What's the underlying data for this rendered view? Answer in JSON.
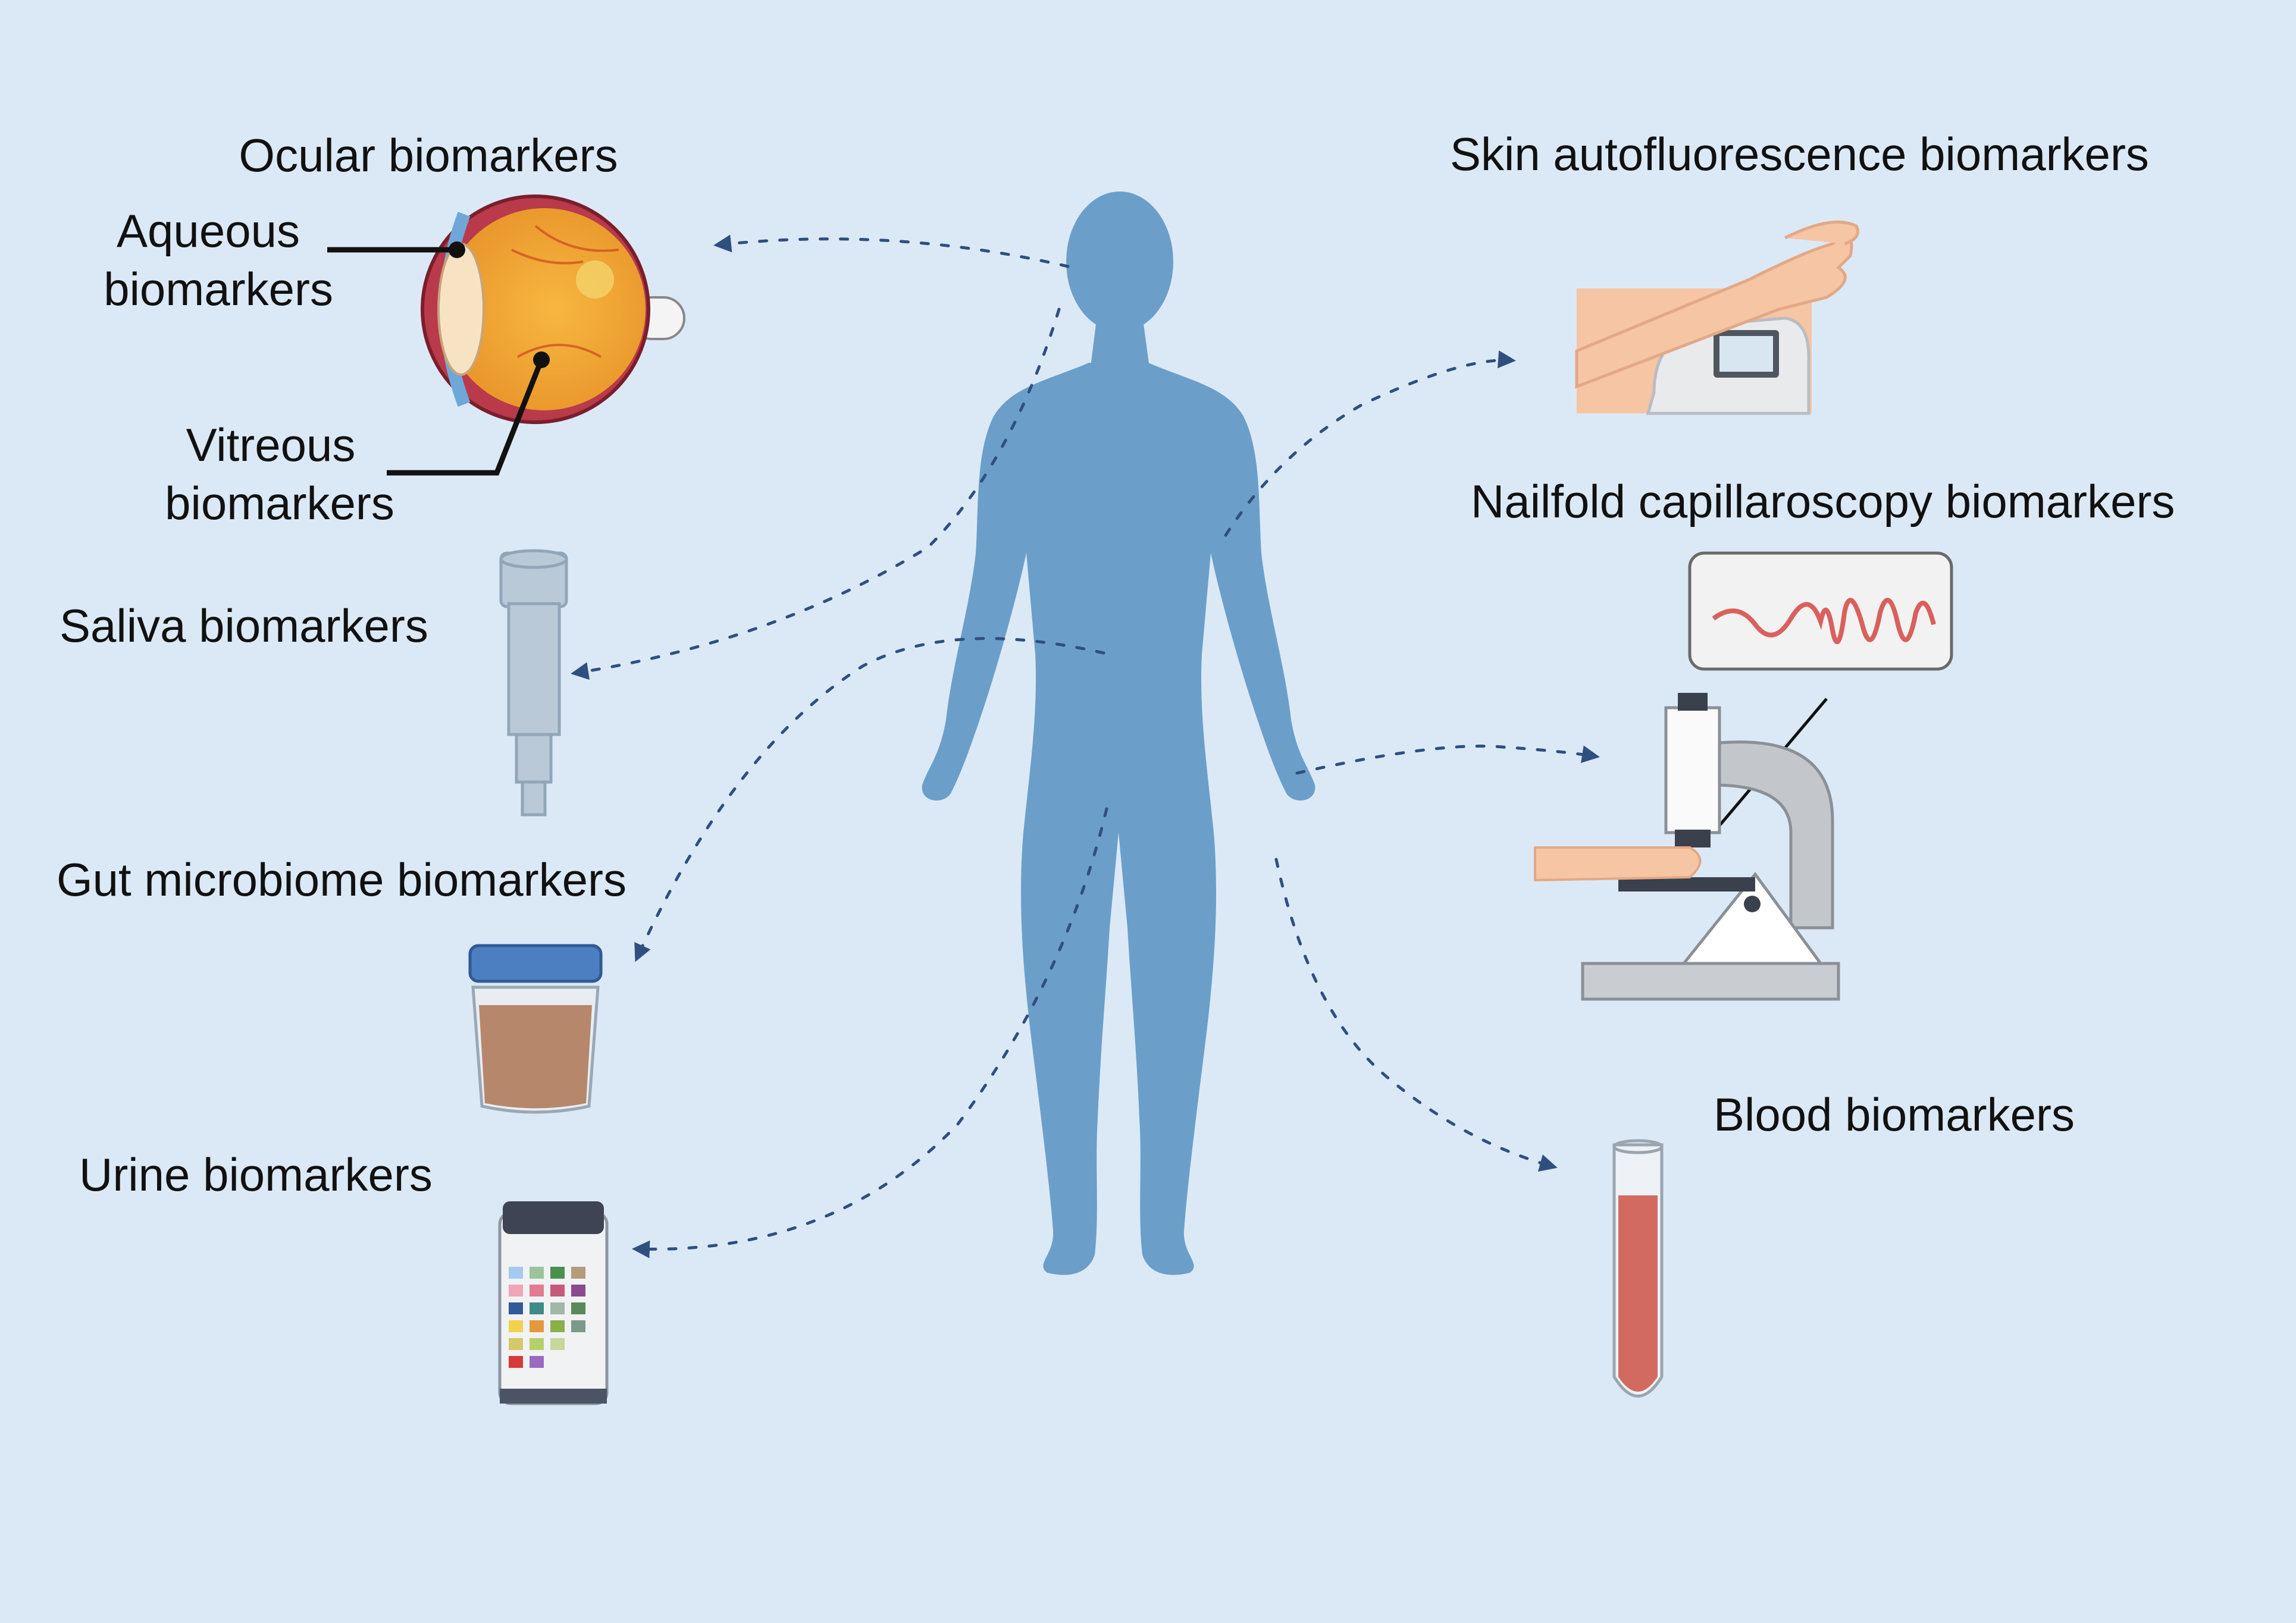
{
  "labels": {
    "ocular": "Ocular biomarkers",
    "aqueous_line1": "Aqueous",
    "aqueous_line2": "biomarkers",
    "vitreous_line1": "Vitreous",
    "vitreous_line2": "biomarkers",
    "saliva": "Saliva biomarkers",
    "gut": "Gut microbiome biomarkers",
    "urine": "Urine biomarkers",
    "skin": "Skin autofluorescence biomarkers",
    "nailfold": "Nailfold capillaroscopy biomarkers",
    "blood": "Blood biomarkers"
  },
  "colors": {
    "background": "#dbe9f6",
    "body": "#6b9fc9",
    "arrow": "#2f4f7f",
    "text": "#111111"
  },
  "icons": [
    "eye-icon",
    "saliva-tube-icon",
    "stool-container-icon",
    "urine-strip-bottle-icon",
    "skin-scanner-icon",
    "microscope-icon",
    "blood-tube-icon",
    "human-body-icon"
  ]
}
